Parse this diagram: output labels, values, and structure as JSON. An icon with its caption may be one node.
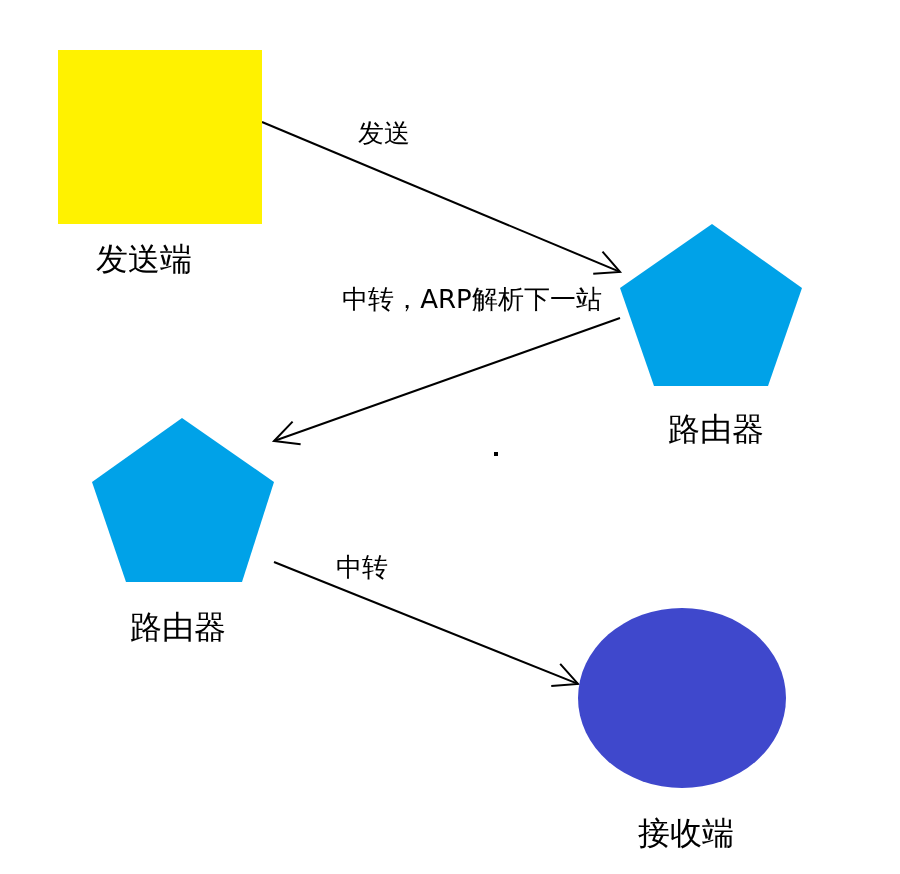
{
  "diagram": {
    "nodes": [
      {
        "text": [
          "发送端"
        ]
      },
      {
        "text": [
          "路由器"
        ]
      },
      {
        "text": [
          "路由器"
        ]
      },
      {
        "text": [
          "接收端"
        ]
      }
    ],
    "edges": [
      {
        "from": 0,
        "to": 1,
        "arrow": "to",
        "label": "发送"
      },
      {
        "from": 1,
        "to": 2,
        "arrow": "to",
        "label": "中转，ARP解析下一站"
      },
      {
        "from": 2,
        "to": 3,
        "arrow": "to",
        "label": "中转"
      }
    ]
  }
}
